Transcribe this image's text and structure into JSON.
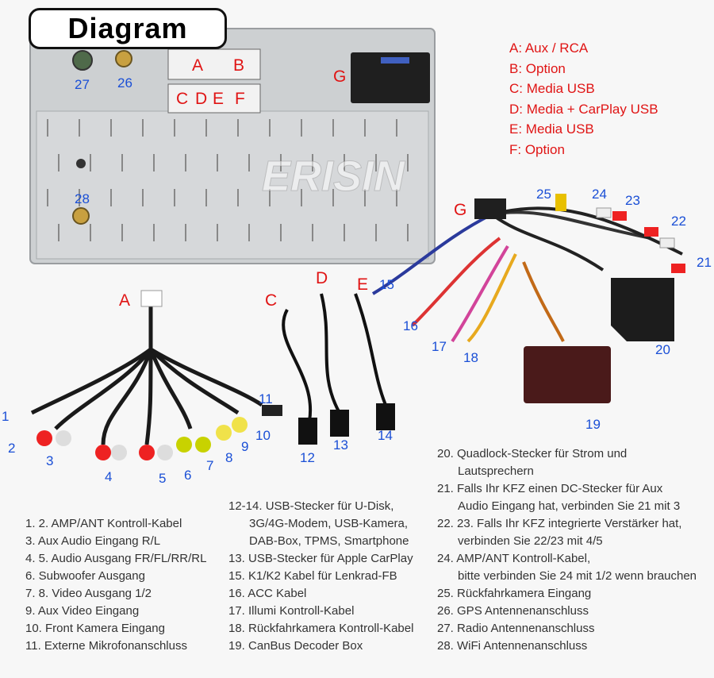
{
  "header": {
    "title": "Diagram"
  },
  "legend": [
    "A: Aux / RCA",
    "B: Option",
    "C: Media USB",
    "D: Media + CarPlay USB",
    "E: Media USB",
    "F: Option"
  ],
  "watermark": "Erisin",
  "port_labels": {
    "A": "A",
    "B": "B",
    "C": "C",
    "D": "D",
    "E": "E",
    "F": "F",
    "G": "G"
  },
  "numbers": {
    "n1": "1",
    "n2": "2",
    "n3": "3",
    "n4": "4",
    "n5": "5",
    "n6": "6",
    "n7": "7",
    "n8": "8",
    "n9": "9",
    "n10": "10",
    "n11": "11",
    "n12": "12",
    "n13": "13",
    "n14": "14",
    "n15": "15",
    "n16": "16",
    "n17": "17",
    "n18": "18",
    "n19": "19",
    "n20": "20",
    "n21": "21",
    "n22": "22",
    "n23": "23",
    "n24": "24",
    "n25": "25",
    "n26": "26",
    "n27": "27",
    "n28": "28"
  },
  "descriptions": {
    "col1": [
      "1. 2. AMP/ANT Kontroll-Kabel",
      "3. Aux Audio Eingang R/L",
      "4. 5. Audio Ausgang FR/FL/RR/RL",
      "6. Subwoofer Ausgang",
      "7. 8. Video Ausgang 1/2",
      "9. Aux Video Eingang",
      "10. Front Kamera Eingang",
      "11. Externe Mikrofonanschluss"
    ],
    "col2": [
      "12-14. USB-Stecker für U-Disk,",
      "3G/4G-Modem, USB-Kamera,",
      "DAB-Box, TPMS, Smartphone",
      "13. USB-Stecker für Apple CarPlay",
      "15. K1/K2 Kabel für Lenkrad-FB",
      "16. ACC Kabel",
      "17. Illumi Kontroll-Kabel",
      "18. Rückfahrkamera Kontroll-Kabel",
      "19. CanBus Decoder Box"
    ],
    "col3": [
      "20. Quadlock-Stecker für Strom und",
      "Lautsprechern",
      "21. Falls Ihr KFZ einen DC-Stecker für Aux",
      "Audio Eingang hat, verbinden Sie 21 mit 3",
      "22. 23. Falls Ihr KFZ integrierte Verstärker hat,",
      "verbinden Sie 22/23 mit 4/5",
      "24. AMP/ANT Kontroll-Kabel,",
      "bitte verbinden Sie 24 mit 1/2 wenn brauchen",
      "25. Rückfahrkamera Eingang",
      "26. GPS Antennenanschluss",
      "27. Radio Antennenanschluss",
      "28. WiFi Antennenanschluss"
    ]
  },
  "colors": {
    "label_blue": "#1a4fd6",
    "label_red": "#e01414",
    "unit_body": "#c9ccce"
  }
}
